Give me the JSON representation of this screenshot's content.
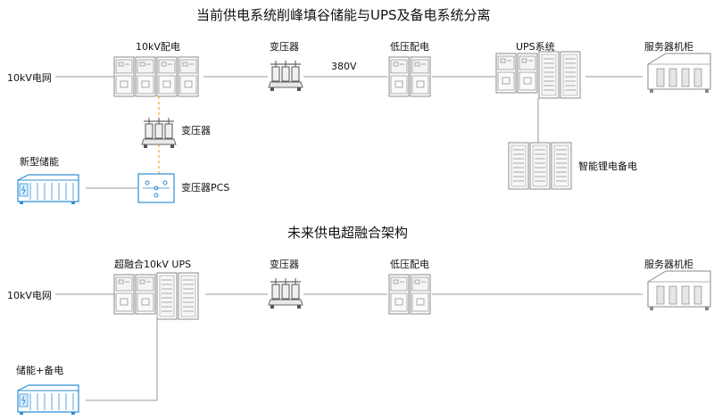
{
  "top": {
    "title": "当前供电系统削峰填谷储能与UPS及备电系统分离",
    "grid_label": "10kV电网",
    "switchgear_label": "10kV配电",
    "transformer_label": "变压器",
    "voltage_label": "380V",
    "lv_label": "低压配电",
    "ups_label": "UPS系统",
    "server_label": "服务器机柜",
    "aux_transformer_label": "变压器",
    "storage_label": "新型储能",
    "pcs_label": "变压器PCS",
    "battery_label": "智能锂电备电"
  },
  "bottom": {
    "title": "未来供电超融合架构",
    "grid_label": "10kV电网",
    "hyper_label": "超融合10kV UPS",
    "transformer_label": "变压器",
    "lv_label": "低压配电",
    "server_label": "服务器机柜",
    "storage_label": "储能+备电"
  },
  "colors": {
    "line": "#9a9a9a",
    "equipment_stroke": "#8a8a8a",
    "storage_blue": "#2f8fd4",
    "dashed_orange": "#f2a33a"
  }
}
